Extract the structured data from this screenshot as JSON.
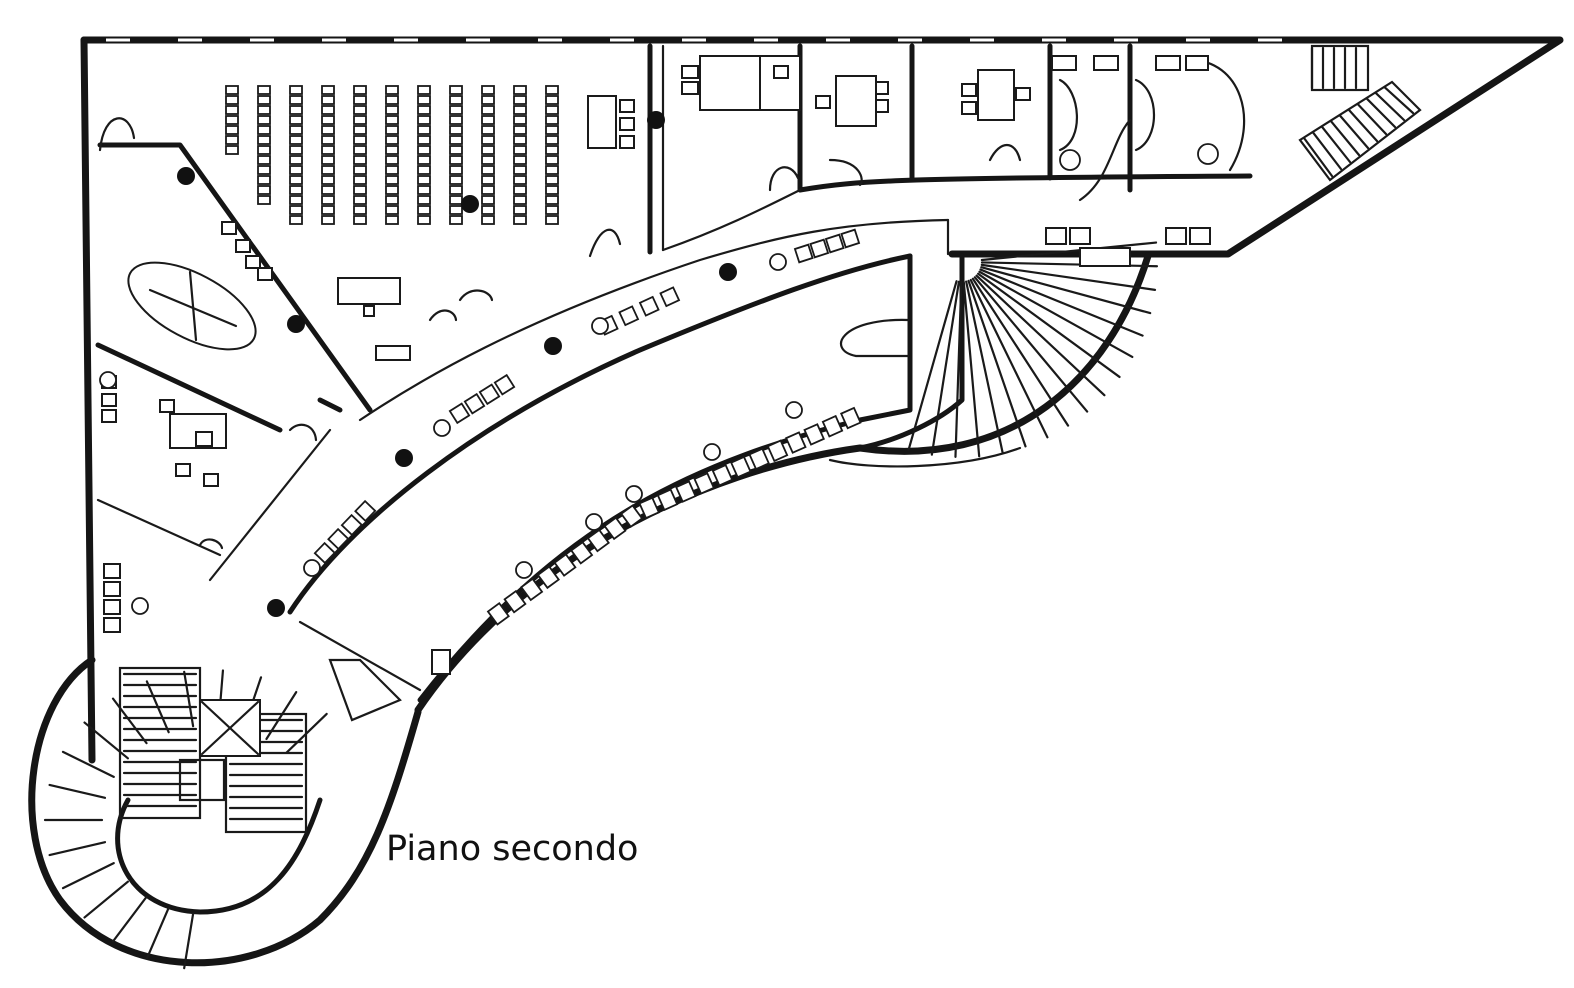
{
  "caption": "Piano secondo",
  "colors": {
    "ink": "#151515",
    "paper": "#ffffff"
  },
  "icons": [
    "floor-plan",
    "spiral-stair",
    "lift-cross",
    "column-dot"
  ]
}
